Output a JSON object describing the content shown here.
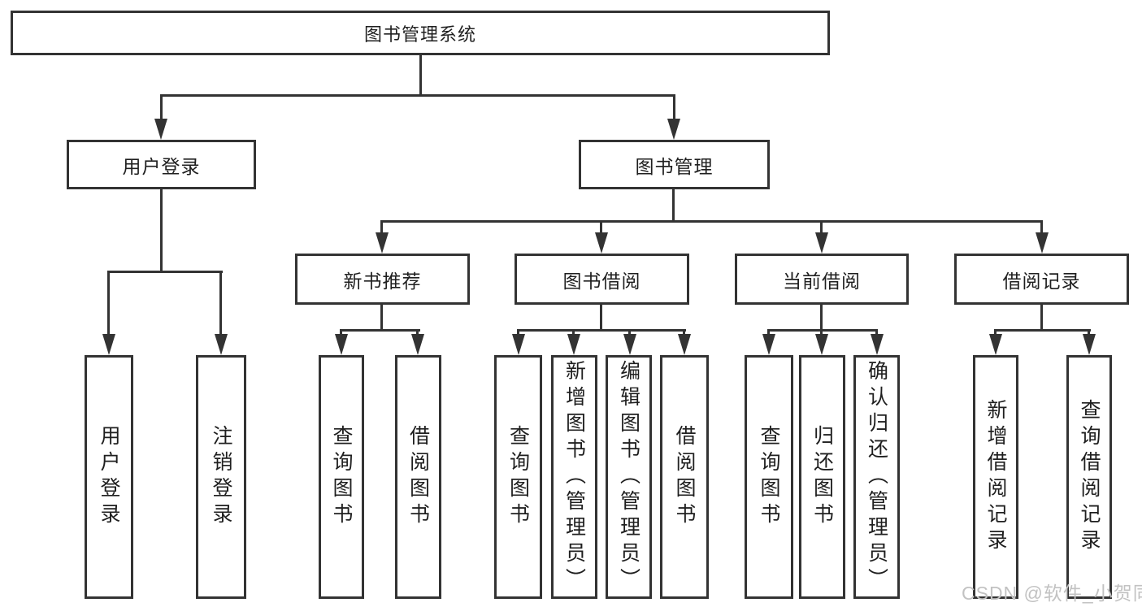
{
  "tree": {
    "root": "图书管理系统",
    "branches": [
      {
        "label": "用户登录",
        "children": [
          "用户登录",
          "注销登录"
        ]
      },
      {
        "label": "图书管理",
        "modules": [
          {
            "label": "新书推荐",
            "children": [
              "查询图书",
              "借阅图书"
            ]
          },
          {
            "label": "图书借阅",
            "children": [
              "查询图书",
              "新增图书（管理员）",
              "编辑图书（管理员）",
              "借阅图书"
            ]
          },
          {
            "label": "当前借阅",
            "children": [
              "查询图书",
              "归还图书",
              "确认归还（管理员）"
            ]
          },
          {
            "label": "借阅记录",
            "children": [
              "新增借阅记录",
              "查询借阅记录"
            ]
          }
        ]
      }
    ]
  },
  "watermark": {
    "text": "CSDN @软件_小贺同学"
  },
  "colors": {
    "line": "#333333",
    "node_text": "#1f1f1f",
    "background": "#ffffff",
    "watermark_text": "#c2c2c2"
  }
}
